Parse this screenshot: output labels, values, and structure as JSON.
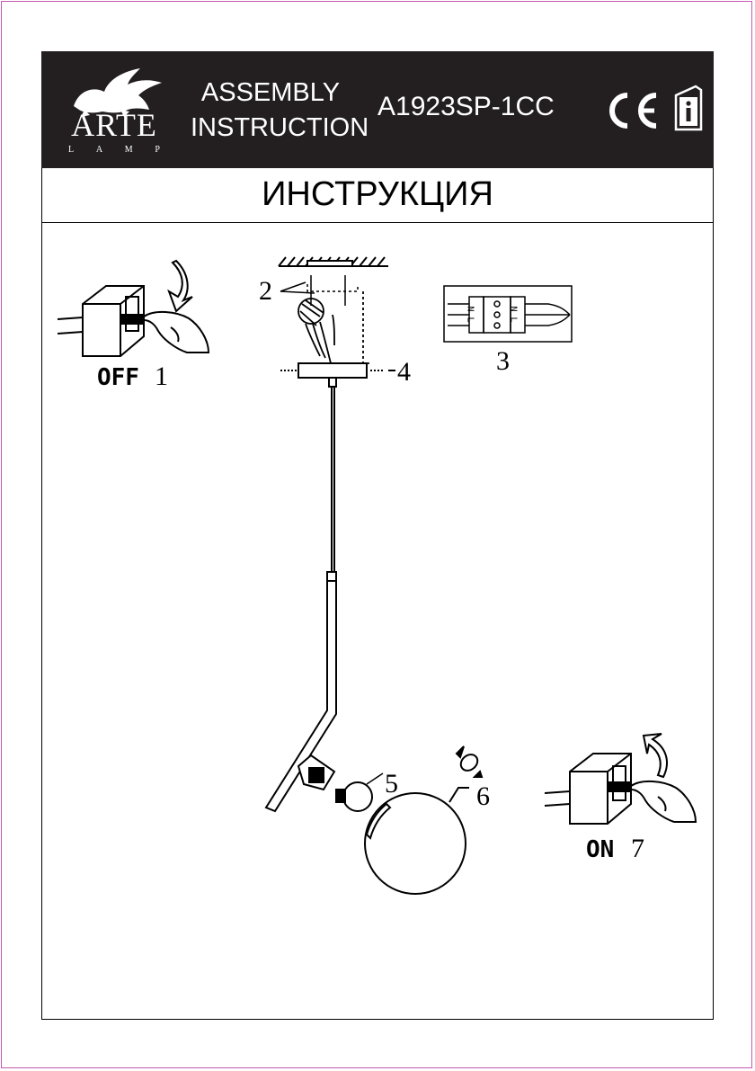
{
  "header": {
    "brand": "ARTE",
    "brand_sub": [
      "L",
      "A",
      "M",
      "P"
    ],
    "title_line1": "ASSEMBLY",
    "title_line2": "INSTRUCTION",
    "model": "A1923SP-1CC",
    "ce_mark": "CE",
    "icons": [
      "griffin-logo",
      "ce-mark",
      "info-book-icon"
    ]
  },
  "title_ru": "ИНСТРУКЦИЯ",
  "steps": {
    "off_word": "OFF",
    "off_num": "1",
    "num_2": "2",
    "num_3": "3",
    "num_4": "4",
    "num_5": "5",
    "num_6": "6",
    "on_word": "ON",
    "on_num": "7"
  },
  "terminal": {
    "left_label": "N L",
    "right_label": "N L"
  },
  "colors": {
    "header_bg": "#231f20",
    "border": "#c45ab0",
    "ink": "#000000"
  }
}
